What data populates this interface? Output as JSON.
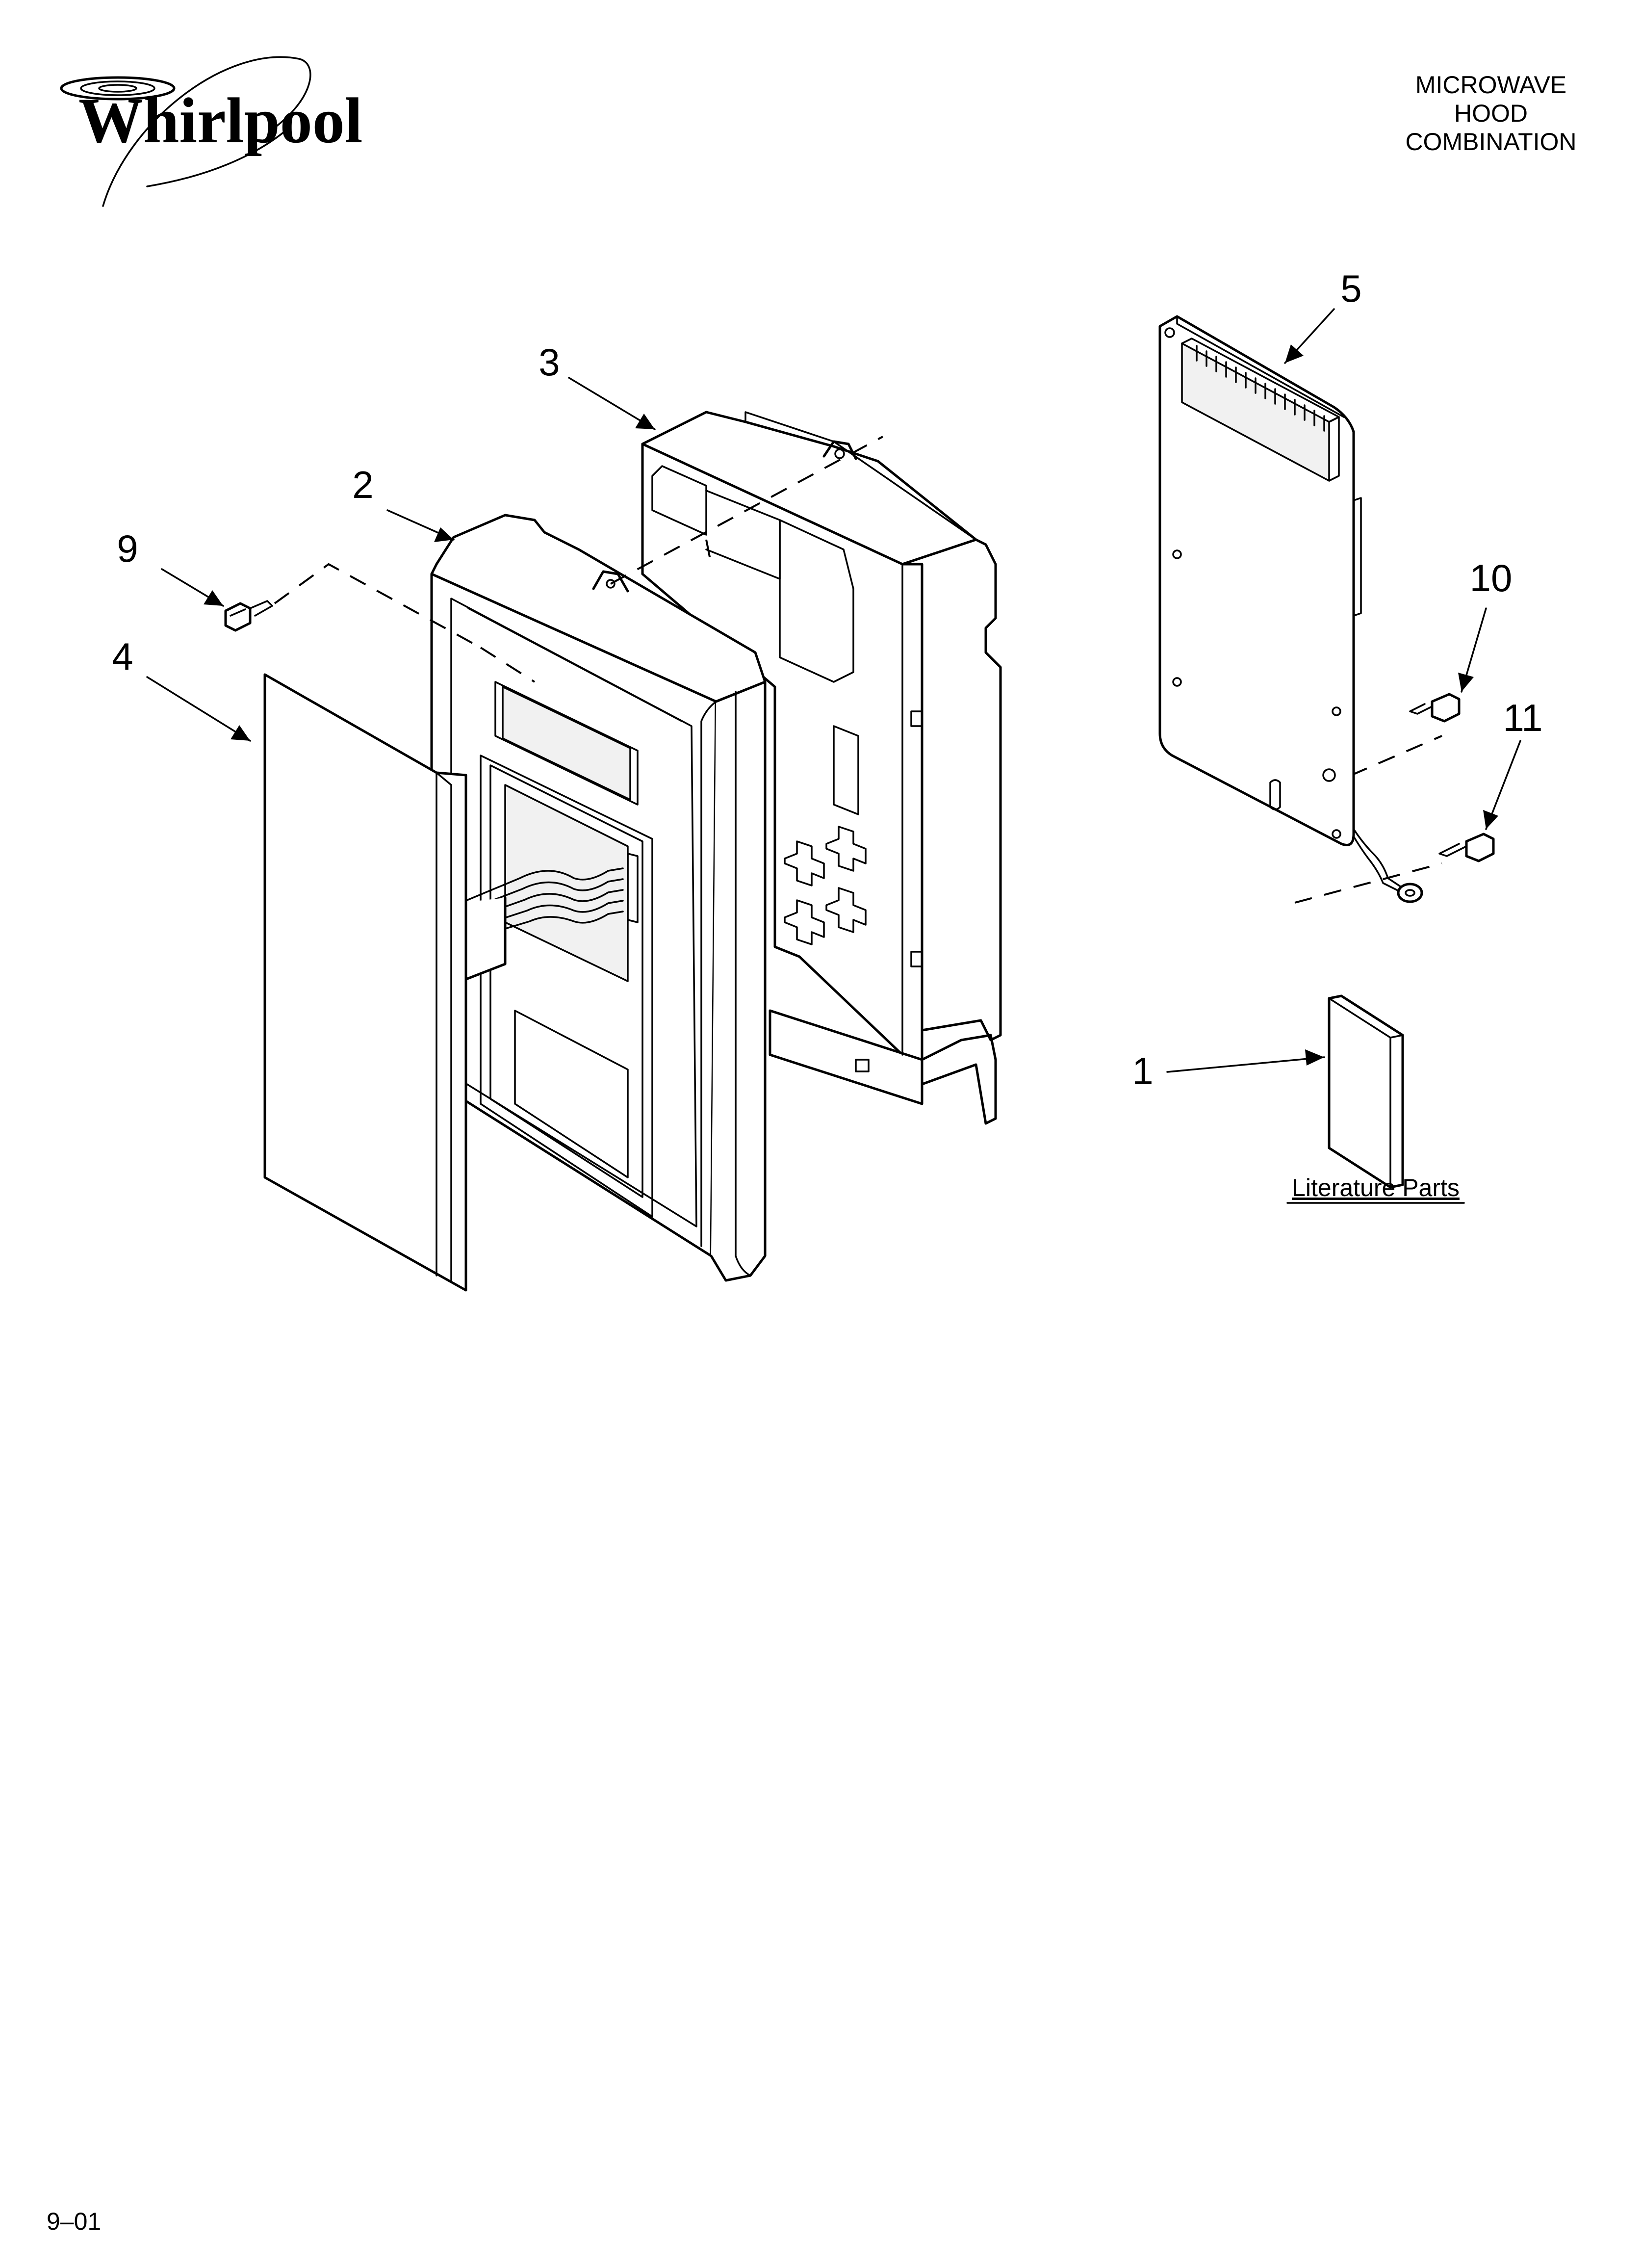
{
  "brand": {
    "logo_text": "Whirlpool"
  },
  "header": {
    "product_line1": "MICROWAVE",
    "product_line2": "HOOD",
    "product_line3": "COMBINATION"
  },
  "callouts": {
    "c1": "1",
    "c2": "2",
    "c3": "3",
    "c4": "4",
    "c5": "5",
    "c9": "9",
    "c10": "10",
    "c11": "11"
  },
  "literature_label": "Literature Parts",
  "footer": {
    "date_code": "9–01"
  }
}
